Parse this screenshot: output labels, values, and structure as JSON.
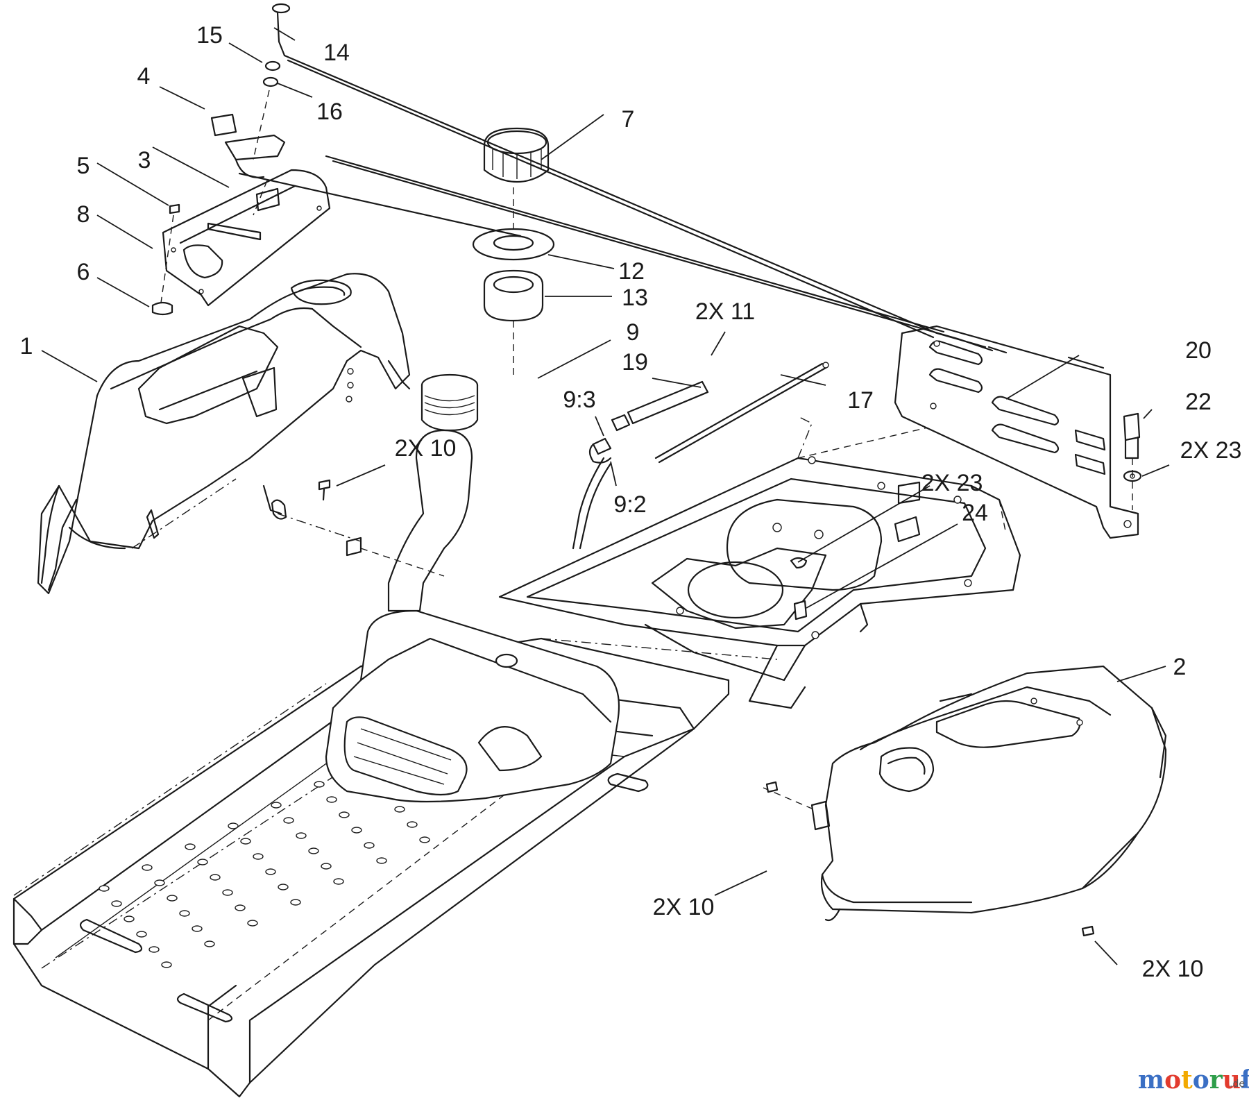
{
  "callouts": [
    {
      "id": "c14",
      "text": "14"
    },
    {
      "id": "c15",
      "text": "15"
    },
    {
      "id": "c16",
      "text": "16"
    },
    {
      "id": "c4",
      "text": "4"
    },
    {
      "id": "c7",
      "text": "7"
    },
    {
      "id": "c5",
      "text": "5"
    },
    {
      "id": "c3",
      "text": "3"
    },
    {
      "id": "c8",
      "text": "8"
    },
    {
      "id": "c6",
      "text": "6"
    },
    {
      "id": "c12",
      "text": "12"
    },
    {
      "id": "c13",
      "text": "13"
    },
    {
      "id": "c1",
      "text": "1"
    },
    {
      "id": "c9",
      "text": "9"
    },
    {
      "id": "c11",
      "text": "2X 11"
    },
    {
      "id": "c19",
      "text": "19"
    },
    {
      "id": "c20",
      "text": "20"
    },
    {
      "id": "c17",
      "text": "17"
    },
    {
      "id": "c93",
      "text": "9:3"
    },
    {
      "id": "c22",
      "text": "22"
    },
    {
      "id": "c10a",
      "text": "2X 10"
    },
    {
      "id": "c23a",
      "text": "2X 23"
    },
    {
      "id": "c23b",
      "text": "2X 23"
    },
    {
      "id": "c92",
      "text": "9:2"
    },
    {
      "id": "c24",
      "text": "24"
    },
    {
      "id": "c2",
      "text": "2"
    },
    {
      "id": "c10b",
      "text": "2X 10"
    },
    {
      "id": "c10c",
      "text": "2X 10"
    }
  ],
  "watermark": {
    "letters": [
      "m",
      "o",
      "t",
      "o",
      "r",
      "u",
      "f"
    ],
    "colors": [
      "#3a6fc4",
      "#e23b2e",
      "#f2a900",
      "#3a6fc4",
      "#2e9e4a",
      "#e23b2e",
      "#3a6fc4"
    ],
    "suffix": ".de"
  }
}
